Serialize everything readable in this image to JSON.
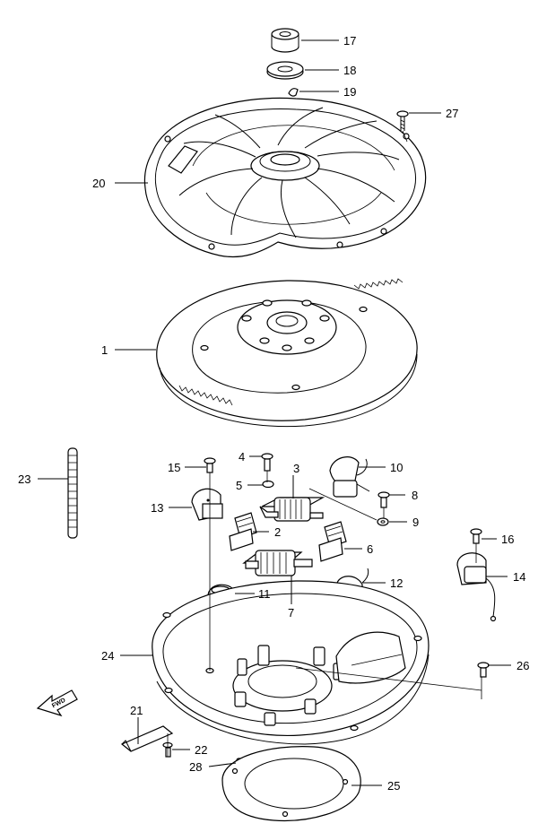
{
  "callouts": [
    {
      "id": "17",
      "text": "17"
    },
    {
      "id": "18",
      "text": "18"
    },
    {
      "id": "19",
      "text": "19"
    },
    {
      "id": "27",
      "text": "27"
    },
    {
      "id": "20",
      "text": "20"
    },
    {
      "id": "1",
      "text": "1"
    },
    {
      "id": "23",
      "text": "23"
    },
    {
      "id": "15",
      "text": "15"
    },
    {
      "id": "4",
      "text": "4"
    },
    {
      "id": "3",
      "text": "3"
    },
    {
      "id": "10",
      "text": "10"
    },
    {
      "id": "5",
      "text": "5"
    },
    {
      "id": "8",
      "text": "8"
    },
    {
      "id": "13",
      "text": "13"
    },
    {
      "id": "9",
      "text": "9"
    },
    {
      "id": "2",
      "text": "2"
    },
    {
      "id": "6",
      "text": "6"
    },
    {
      "id": "16",
      "text": "16"
    },
    {
      "id": "14",
      "text": "14"
    },
    {
      "id": "12",
      "text": "12"
    },
    {
      "id": "11",
      "text": "11"
    },
    {
      "id": "7",
      "text": "7"
    },
    {
      "id": "24",
      "text": "24"
    },
    {
      "id": "26",
      "text": "26"
    },
    {
      "id": "21",
      "text": "21"
    },
    {
      "id": "22",
      "text": "22"
    },
    {
      "id": "28",
      "text": "28"
    },
    {
      "id": "25",
      "text": "25"
    }
  ],
  "direction_badge": {
    "text": "FWD"
  }
}
